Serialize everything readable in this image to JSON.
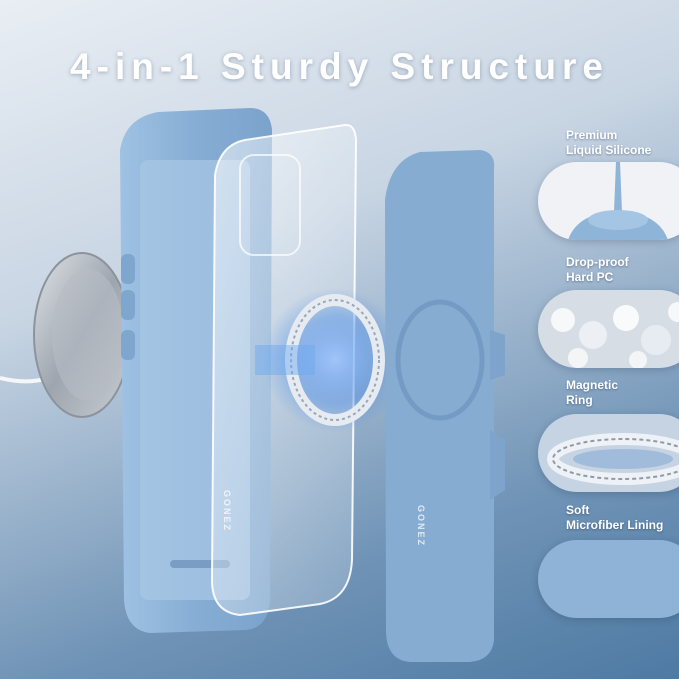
{
  "headline": "4-in-1 Sturdy Structure",
  "brand": "GONEZ",
  "features": [
    {
      "line1": "Premium",
      "line2": "Liquid Silicone"
    },
    {
      "line1": "Drop-proof",
      "line2": "Hard PC"
    },
    {
      "line1": "Magnetic",
      "line2": "Ring"
    },
    {
      "line1": "Soft",
      "line2": "Microfiber Lining"
    }
  ],
  "colors": {
    "silicone": "#8eb4d8",
    "microfiber": "#86acd2",
    "accent_glow": "#4f8fe8"
  }
}
